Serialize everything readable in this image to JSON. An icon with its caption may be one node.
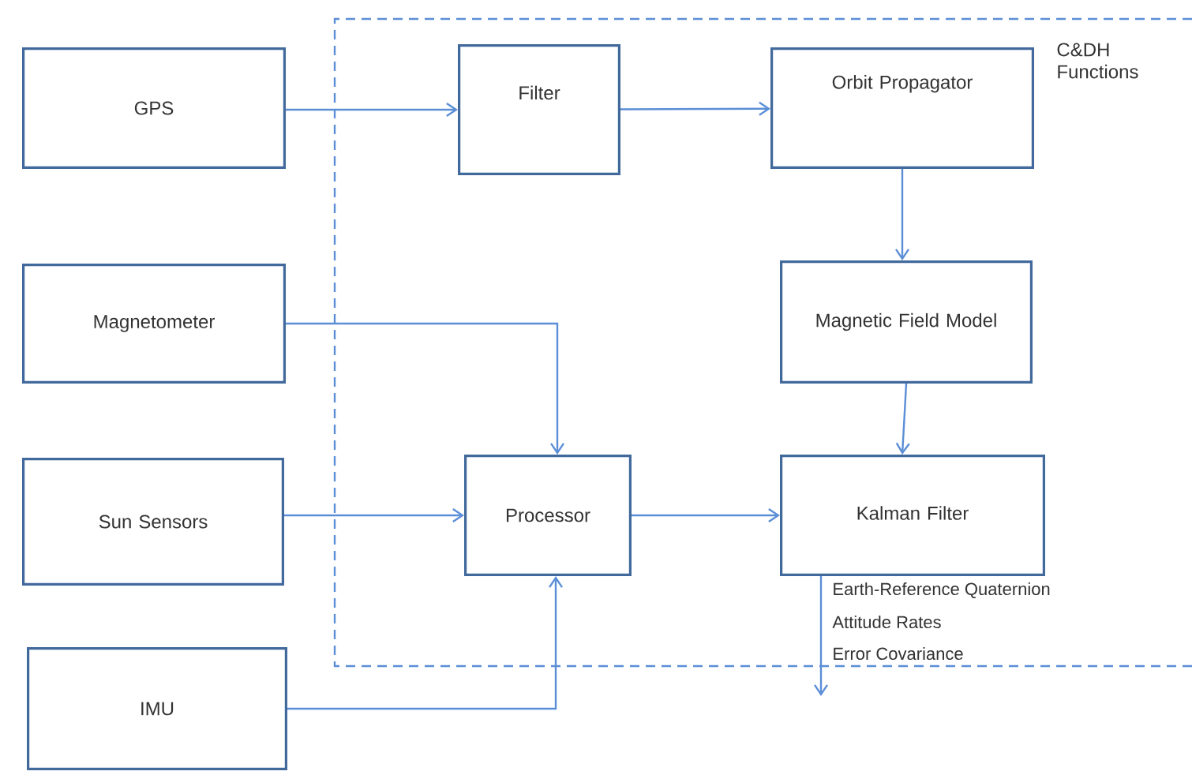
{
  "diagram": {
    "nodes": [
      {
        "text": [
          "C&DH Functions"
        ]
      },
      {
        "text": [
          "GPS"
        ]
      },
      {
        "text": [
          "Filter"
        ],
        "in": 0
      },
      {
        "text": [
          "Orbit Propagator"
        ],
        "in": 0
      },
      {
        "text": [
          "Magnetometer"
        ]
      },
      {
        "text": [
          "Magnetic Field Model"
        ],
        "in": 0
      },
      {
        "text": [
          "Sun Sensors"
        ]
      },
      {
        "text": [
          "Processor"
        ],
        "in": 0
      },
      {
        "text": [
          "Kalman Filter"
        ],
        "in": 0
      },
      {
        "text": [
          "IMU"
        ]
      }
    ],
    "edges": [
      {
        "from": 1,
        "to": 2,
        "arrow": "to"
      },
      {
        "from": 2,
        "to": 3,
        "arrow": "to"
      },
      {
        "from": 3,
        "to": 5,
        "arrow": "to"
      },
      {
        "from": 5,
        "to": 8,
        "arrow": "to"
      },
      {
        "from": 4,
        "to": 7,
        "arrow": "to"
      },
      {
        "from": 6,
        "to": 7,
        "arrow": "to"
      },
      {
        "from": 9,
        "to": 7,
        "arrow": "to"
      },
      {
        "from": 7,
        "to": 8,
        "arrow": "to"
      },
      {
        "from": 8,
        "to": null,
        "arrow": "to"
      }
    ],
    "labels": [
      "Earth-Reference Quaternion",
      "Attitude Rates",
      "Error Covariance"
    ]
  }
}
